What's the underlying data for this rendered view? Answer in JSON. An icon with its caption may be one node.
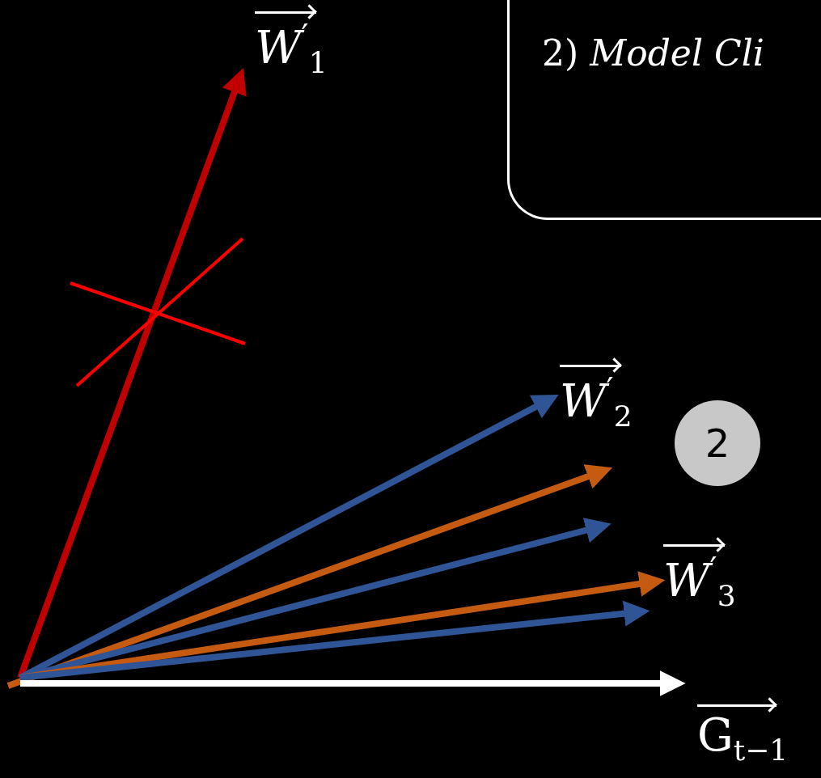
{
  "diagram": {
    "nodes": [
      {
        "text": [
          "2) *Model Cli*"
        ]
      },
      {
        "text": [
          "2"
        ]
      }
    ],
    "labels": [
      "*W*$^{′}$$_{1}$",
      "*W*$^{′}$$_{2}$",
      "*W*$^{′}$$_{3}$",
      "G$_{t−1}$"
    ]
  }
}
